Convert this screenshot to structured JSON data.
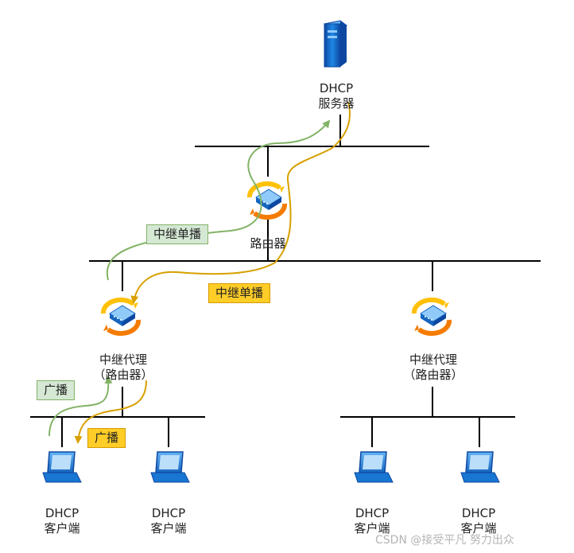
{
  "server": {
    "label_line1": "DHCP",
    "label_line2": "服务器"
  },
  "core_router": {
    "label": "路由器"
  },
  "relay_left": {
    "label_line1": "中继代理",
    "label_line2": "（路由器）"
  },
  "relay_right": {
    "label_line1": "中继代理",
    "label_line2": "（路由器）"
  },
  "flows": {
    "unicast_up": "中继单播",
    "unicast_down": "中继单播",
    "broadcast_up": "广播",
    "broadcast_down": "广播"
  },
  "clients": [
    {
      "line1": "DHCP",
      "line2": "客户端"
    },
    {
      "line1": "DHCP",
      "line2": "客户端"
    },
    {
      "line1": "DHCP",
      "line2": "客户端"
    },
    {
      "line1": "DHCP",
      "line2": "客户端"
    }
  ],
  "watermark": "CSDN @接受平凡 努力出众",
  "colors": {
    "green": "#82b366",
    "orange": "#d7a000",
    "line": "#000000",
    "device": "#1e88e5"
  }
}
